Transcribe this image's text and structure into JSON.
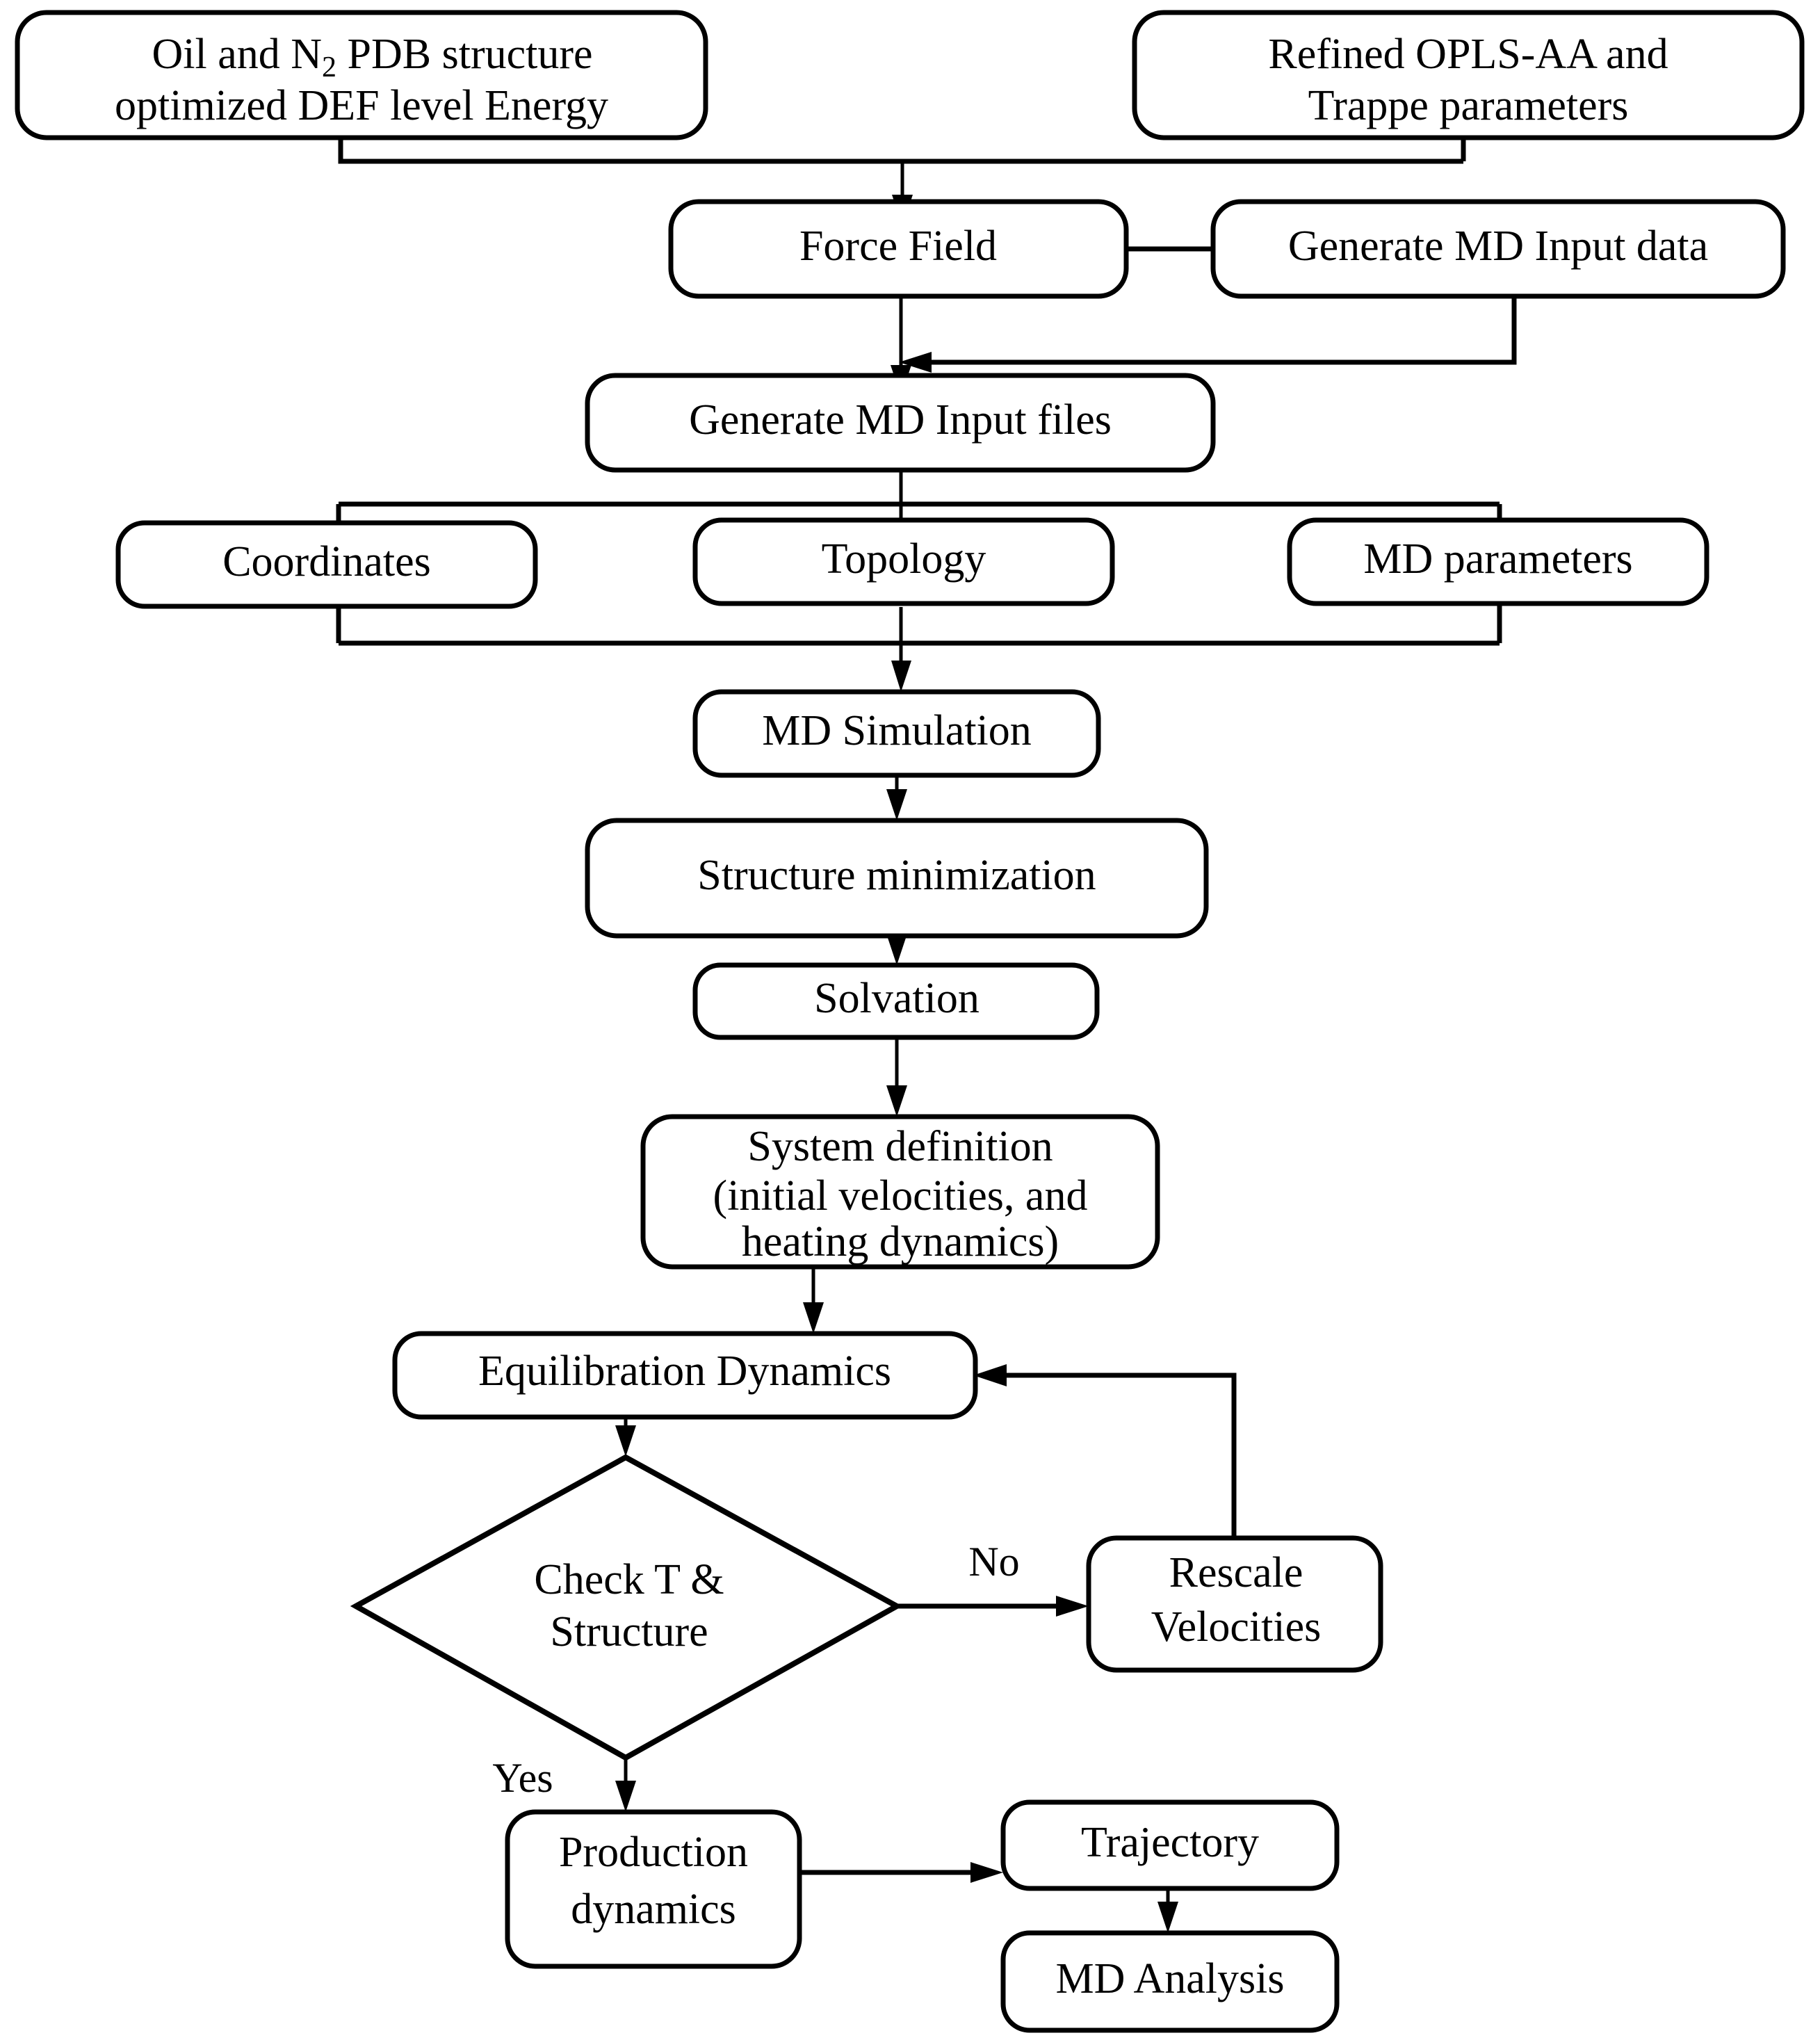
{
  "diagram": {
    "title": "Molecular Dynamics Simulation Workflow Flowchart",
    "type": "flowchart",
    "background_color": "#ffffff",
    "stroke_color": "#000000",
    "nodes": {
      "oil_pdb": {
        "line1": "Oil and N",
        "sub": "2",
        "line1b": " PDB structure",
        "line2": "optimized DEF level Energy",
        "shape": "rounded-rect"
      },
      "refined_params": {
        "line1": "Refined OPLS-AA and",
        "line2": "Trappe parameters",
        "shape": "rounded-rect"
      },
      "force_field": {
        "line1": "Force Field",
        "shape": "rounded-rect"
      },
      "gen_input_data": {
        "line1": "Generate MD Input data",
        "shape": "rounded-rect"
      },
      "gen_input_files": {
        "line1": "Generate MD Input files",
        "shape": "rounded-rect"
      },
      "coordinates": {
        "line1": "Coordinates",
        "shape": "rounded-rect"
      },
      "topology": {
        "line1": "Topology",
        "shape": "rounded-rect"
      },
      "md_parameters": {
        "line1": "MD parameters",
        "shape": "rounded-rect"
      },
      "md_simulation": {
        "line1": "MD Simulation",
        "shape": "rounded-rect"
      },
      "structure_min": {
        "line1": "Structure minimization",
        "shape": "rounded-rect"
      },
      "solvation": {
        "line1": "Solvation",
        "shape": "rounded-rect"
      },
      "system_definition": {
        "line1": "System definition",
        "line2": "(initial velocities, and",
        "line3": "heating dynamics)",
        "shape": "rounded-rect"
      },
      "equilibration": {
        "line1": "Equilibration Dynamics",
        "shape": "rounded-rect"
      },
      "check_decision": {
        "line1": "Check T &",
        "line2": "Structure",
        "shape": "diamond"
      },
      "rescale": {
        "line1": "Rescale",
        "line2": "Velocities",
        "shape": "rounded-rect"
      },
      "production": {
        "line1": "Production",
        "line2": "dynamics",
        "shape": "rounded-rect"
      },
      "trajectory": {
        "line1": "Trajectory",
        "shape": "rounded-rect"
      },
      "md_analysis": {
        "line1": "MD Analysis",
        "shape": "rounded-rect"
      }
    },
    "edge_labels": {
      "no": "No",
      "yes": "Yes"
    }
  }
}
